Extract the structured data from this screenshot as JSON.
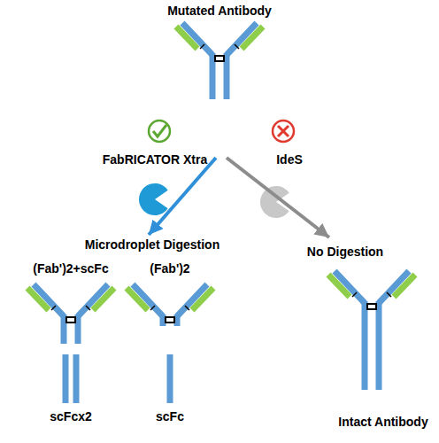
{
  "diagram": {
    "nodes": [
      {
        "text": [
          "Mutated Antibody"
        ]
      },
      {
        "text": [
          "Microdroplet Digestion"
        ]
      },
      {
        "text": [
          "(Fab')2+scFc",
          "scFcx2"
        ],
        "in": 1
      },
      {
        "text": [
          "(Fab')2",
          "scFc"
        ],
        "in": 1
      },
      {
        "text": [
          "No Digestion",
          "Intact Antibody"
        ]
      }
    ],
    "edges": [
      {
        "from": 0,
        "to": 1,
        "arrow": "to",
        "label": "FabRICATOR Xtra"
      },
      {
        "from": 0,
        "to": 4,
        "arrow": "to",
        "label": "IdeS"
      }
    ]
  }
}
